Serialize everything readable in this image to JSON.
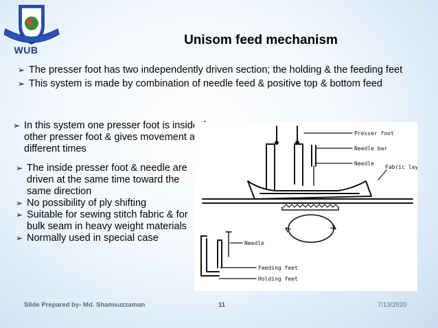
{
  "logo": {
    "text": "WUB"
  },
  "slide": {
    "title": "Unisom feed mechanism"
  },
  "bullets_top": [
    "The presser foot has two independently driven section; the holding & the feeding feet",
    "This system is made by combination of needle feed & positive top & bottom feed"
  ],
  "bullets_mid": [
    "In this system one presser foot is inside the other presser foot & gives movement at different times"
  ],
  "bullets_left": [
    "The inside presser foot & needle are driven at the same time toward the same direction",
    "No possibility of ply shifting",
    "Suitable for sewing stitch fabric & for bulk seam in heavy weight materials",
    "Normally used in special case"
  ],
  "diagram": {
    "labels": {
      "presser_foot": "Presser foot",
      "needle_bar": "Needle bar",
      "needle": "Needle",
      "fabric_layer": "Fabric layer",
      "needle_bottom": "Needle",
      "feeding_feet": "Feeding feet",
      "holding_feet": "Holding feet"
    }
  },
  "footer": {
    "left": "Slide Prepared by- Md. Shamsuzzaman",
    "page": "11",
    "date": "7/13/2020"
  },
  "colors": {
    "title": "#000000",
    "logo_blue": "#1f3b8c",
    "footer": "#5a6b7a"
  }
}
